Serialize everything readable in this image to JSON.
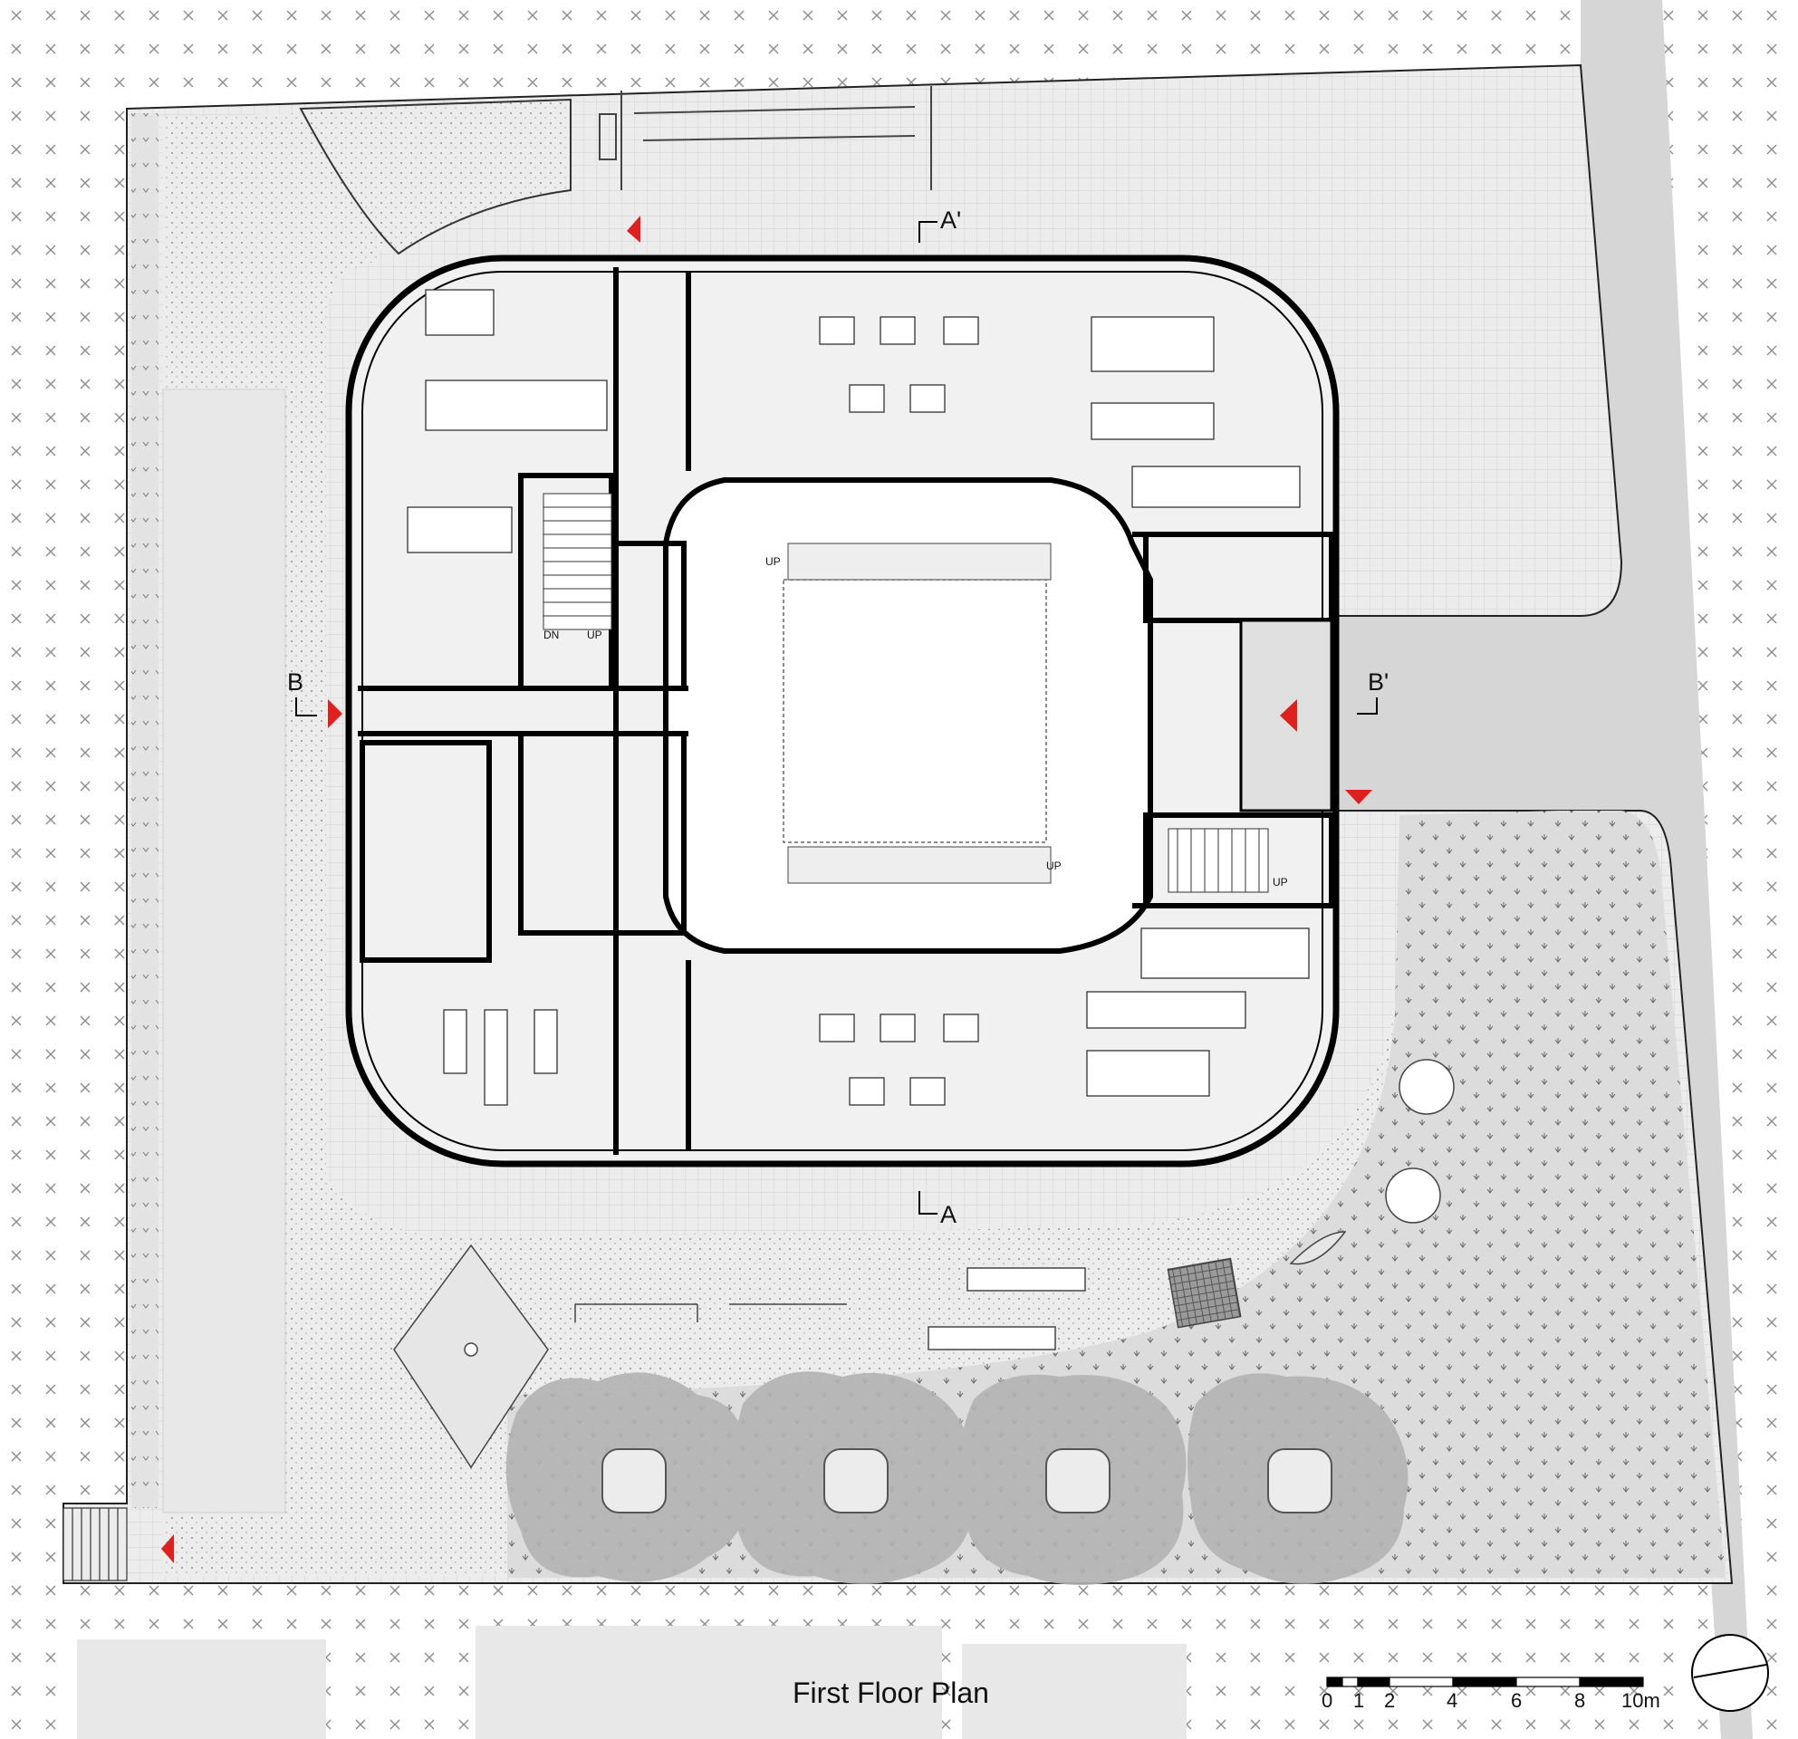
{
  "title": "First Floor Plan",
  "section_markers": {
    "a": "A",
    "a_prime": "A'",
    "b": "B",
    "b_prime": "B'"
  },
  "stair_labels": {
    "up": "UP",
    "dn": "DN"
  },
  "scale_bar": {
    "ticks": [
      "0",
      "1",
      "2",
      "4",
      "6",
      "8",
      "10m"
    ]
  },
  "colors": {
    "paving": "#ececec",
    "road": "#d6d6d6",
    "lawn": "#dcdcdc",
    "tree": "#b3b3b3",
    "wall": "#000000",
    "entrance_marker": "#e01f1f"
  }
}
